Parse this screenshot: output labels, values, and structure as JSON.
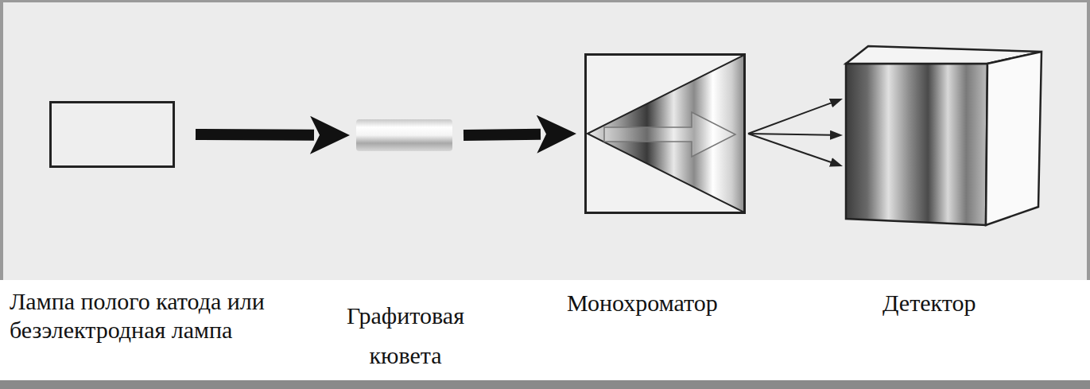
{
  "diagram": {
    "nodes": [
      {
        "text": [
          "Лампа полого катода или безэлектродная лампа"
        ]
      },
      {
        "text": [
          "Графитовая кювета"
        ]
      },
      {
        "text": [
          "Монохроматор"
        ]
      },
      {
        "text": [
          "Детектор"
        ]
      }
    ],
    "edges": [
      {
        "from": 0,
        "to": 1,
        "arrow": "to"
      },
      {
        "from": 1,
        "to": 2,
        "arrow": "to"
      },
      {
        "from": 2,
        "to": 3,
        "arrow": "to"
      },
      {
        "from": 2,
        "to": 3,
        "arrow": "to"
      },
      {
        "from": 2,
        "to": 3,
        "arrow": "to"
      }
    ]
  }
}
